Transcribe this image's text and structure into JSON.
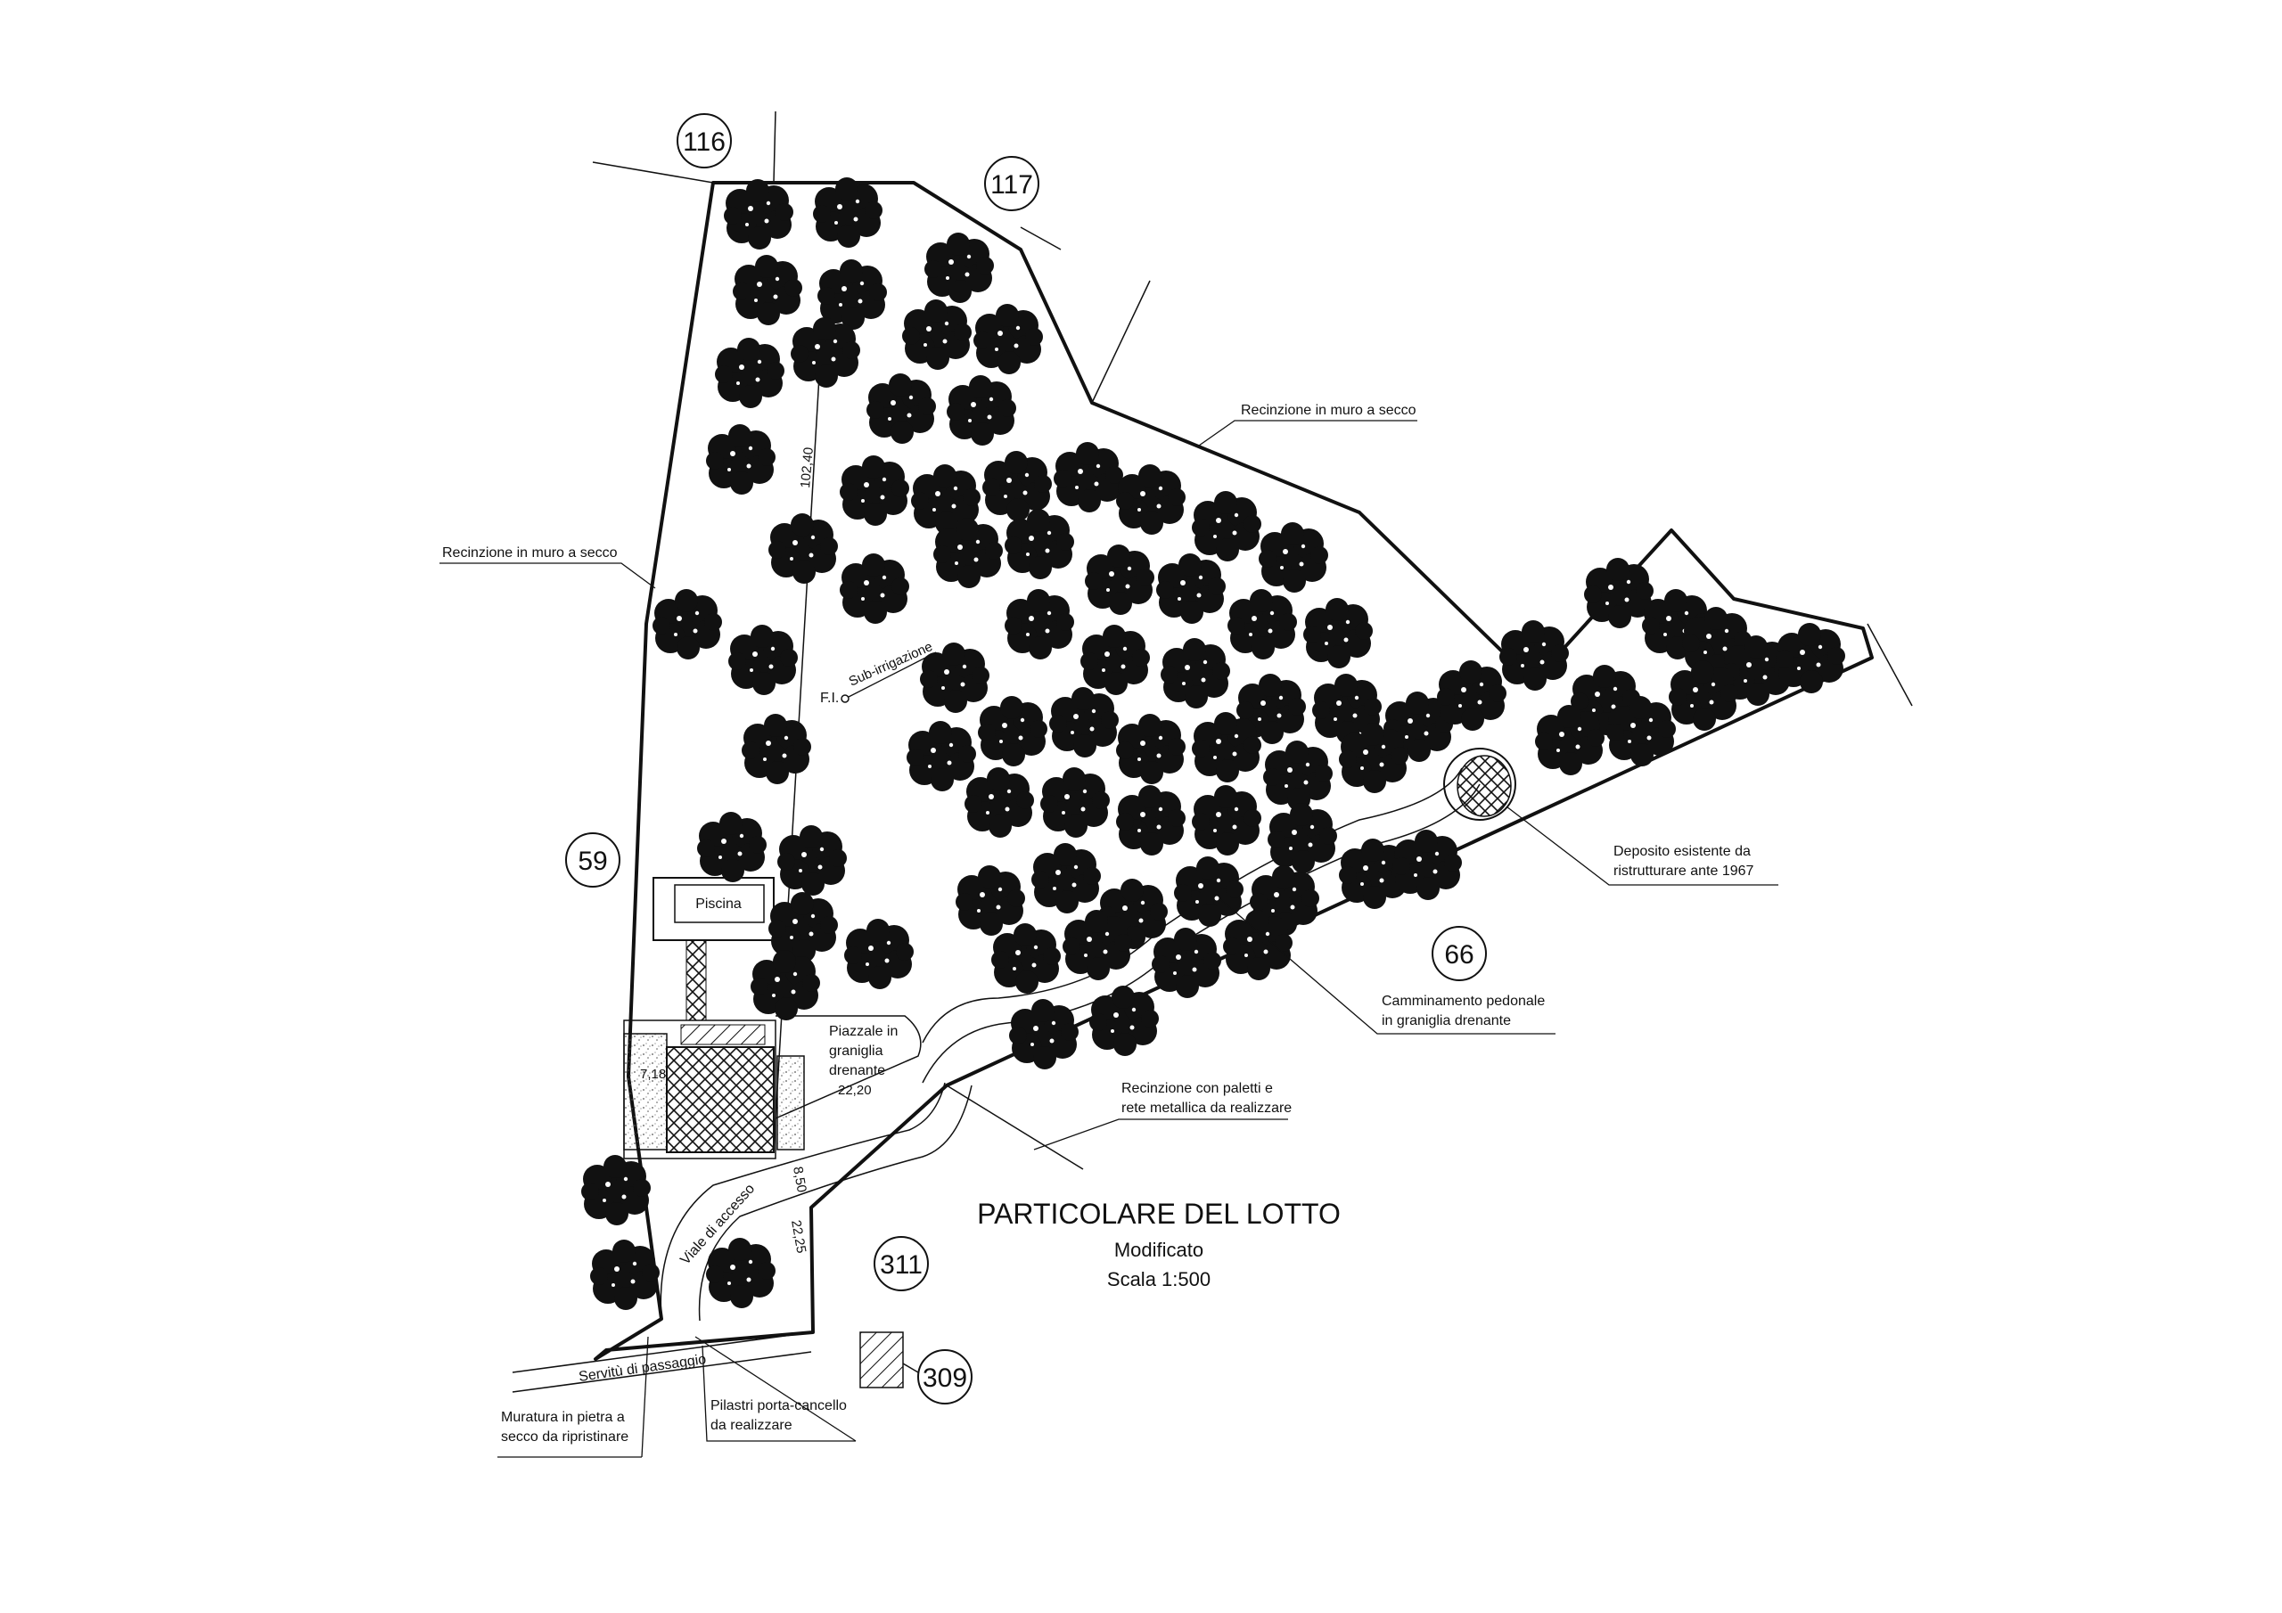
{
  "title": {
    "main": "PARTICOLARE DEL LOTTO",
    "subtitle": "Modificato",
    "scale": "Scala 1:500"
  },
  "parcels": {
    "p116": "116",
    "p117": "117",
    "p59": "59",
    "p66": "66",
    "p311": "311",
    "p309": "309"
  },
  "labels": {
    "recinzione_left": "Recinzione in muro a secco",
    "recinzione_top": "Recinzione in muro a secco",
    "deposito_line1": "Deposito esistente da",
    "deposito_line2": "ristrutturare ante 1967",
    "camminamento_line1": "Camminamento pedonale",
    "camminamento_line2": "in graniglia drenante",
    "recinzione_rete_line1": "Recinzione con paletti e",
    "recinzione_rete_line2": "rete metallica da realizzare",
    "piazzale_line1": "Piazzale in",
    "piazzale_line2": "graniglia",
    "piazzale_line3": "drenante",
    "piscina": "Piscina",
    "fi": "F.I.",
    "sub_irrigazione": "Sub-irrigazione",
    "viale": "Viale di accesso",
    "servitu": "Servitù di passaggio",
    "muratura_line1": "Muratura in pietra a",
    "muratura_line2": "secco da ripristinare",
    "pilastri_line1": "Pilastri porta-cancello",
    "pilastri_line2": "da realizzare"
  },
  "dimensions": {
    "d102": "102,40",
    "d2220": "22,20",
    "d850": "8,50",
    "d2225": "22,25",
    "d718": "7,18"
  }
}
